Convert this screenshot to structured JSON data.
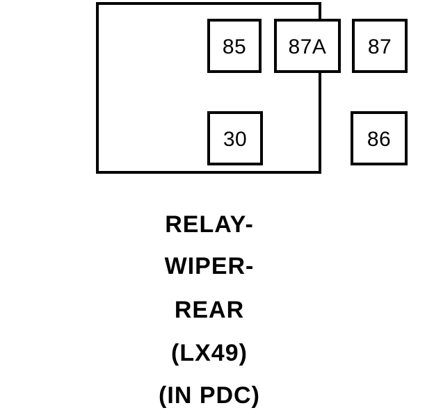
{
  "diagram": {
    "type": "relay-pinout",
    "pins": [
      "85",
      "87A",
      "87",
      "30",
      "86"
    ],
    "label_lines": [
      "RELAY-",
      "WIPER-",
      "REAR",
      "(LX49)",
      "(IN PDC)"
    ],
    "colors": {
      "line": "#000000",
      "background": "#ffffff"
    }
  }
}
